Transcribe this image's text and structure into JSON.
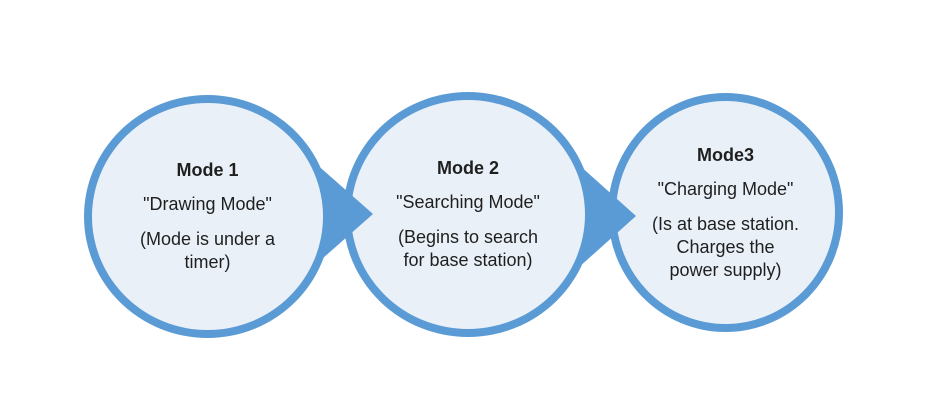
{
  "diagram": {
    "type": "process-flow",
    "background_color": "#ffffff",
    "accent_color": "#5b9bd5",
    "node_fill_color": "#e9f0f8",
    "node_border_color": "#5b9bd5",
    "text_color": "#1f1f1f",
    "nodes": [
      {
        "title": "Mode 1",
        "subtitle": "\"Drawing Mode\"",
        "description": "(Mode is under a\ntimer)"
      },
      {
        "title": "Mode 2",
        "subtitle": "\"Searching Mode\"",
        "description": "(Begins to search\nfor base station)"
      },
      {
        "title": "Mode3",
        "subtitle": "\"Charging Mode\"",
        "description": "(Is at base station.\nCharges the\npower supply)"
      }
    ],
    "connectors": [
      {
        "from": "Mode 1",
        "to": "Mode 2",
        "shape": "triangle-right"
      },
      {
        "from": "Mode 2",
        "to": "Mode3",
        "shape": "triangle-right"
      }
    ]
  }
}
